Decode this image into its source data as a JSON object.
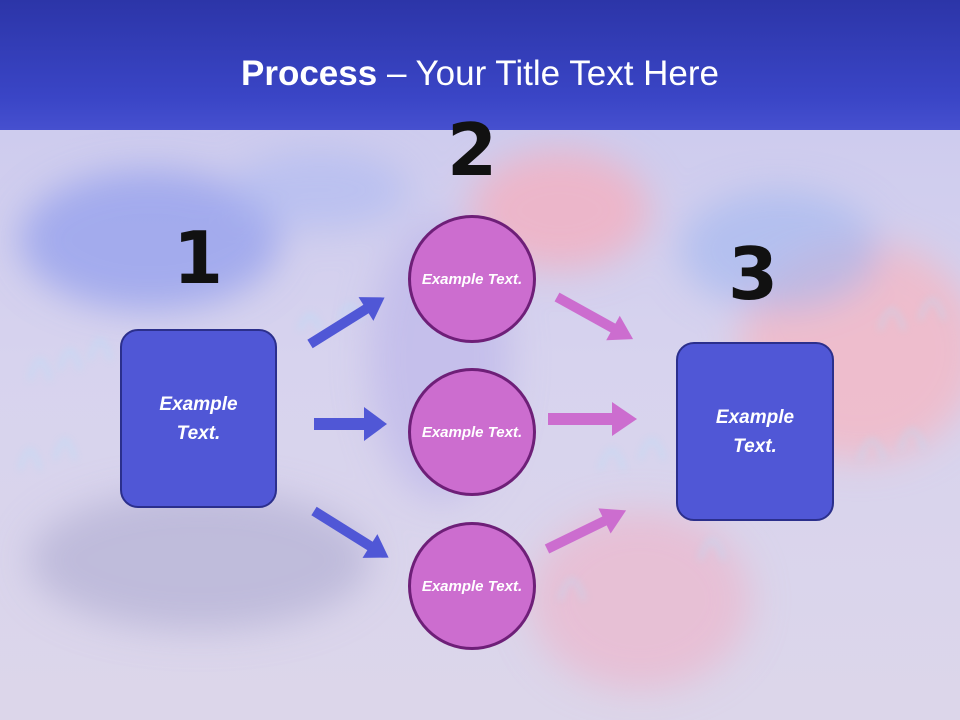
{
  "title": {
    "bold": "Process",
    "rest": " – Your Title Text Here"
  },
  "steps": {
    "one": "1",
    "two": "2",
    "three": "3"
  },
  "nodes": {
    "left_box": "Example Text.",
    "circle_top": "Example Text.",
    "circle_middle": "Example Text.",
    "circle_bottom": "Example Text.",
    "right_box": "Example Text."
  },
  "colors": {
    "title_band": "#3a45c6",
    "box_fill": "#5057d6",
    "circle_fill": "#cc6dcf",
    "blue_arrow": "#5057d6",
    "pink_arrow": "#cc6dcf"
  }
}
